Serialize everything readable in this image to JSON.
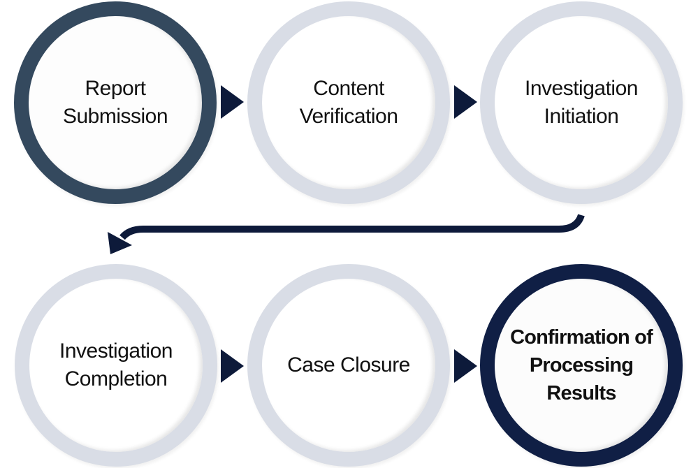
{
  "diagram": {
    "type": "process-flow",
    "colors": {
      "arrow": "#0d1a3a",
      "ring_default": "#d9dde6",
      "ring_start": "#34495e",
      "ring_end": "#101f45"
    },
    "steps": [
      {
        "label": "Report Submission",
        "lines": [
          "Report",
          "Submission"
        ],
        "state": "start"
      },
      {
        "label": "Content Verification",
        "lines": [
          "Content",
          "Verification"
        ],
        "state": "default"
      },
      {
        "label": "Investigation Initiation",
        "lines": [
          "Investigation",
          "Initiation"
        ],
        "state": "default"
      },
      {
        "label": "Investigation Completion",
        "lines": [
          "Investigation",
          "Completion"
        ],
        "state": "default"
      },
      {
        "label": "Case Closure",
        "lines": [
          "Case Closure"
        ],
        "state": "default"
      },
      {
        "label": "Confirmation of Processing Results",
        "lines": [
          "Confirmation of",
          "Processing",
          "Results"
        ],
        "state": "end"
      }
    ],
    "connections": [
      {
        "from": 0,
        "to": 1,
        "icon": "triangle-right-arrow-icon"
      },
      {
        "from": 1,
        "to": 2,
        "icon": "triangle-right-arrow-icon"
      },
      {
        "from": 2,
        "to": 3,
        "icon": "curved-return-arrow-icon"
      },
      {
        "from": 3,
        "to": 4,
        "icon": "triangle-right-arrow-icon"
      },
      {
        "from": 4,
        "to": 5,
        "icon": "triangle-right-arrow-icon"
      }
    ]
  }
}
